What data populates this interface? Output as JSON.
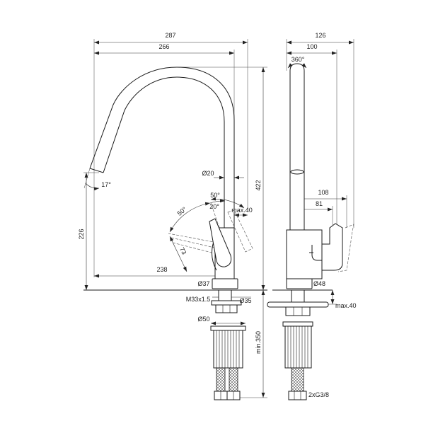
{
  "left_view": {
    "dim_287": "287",
    "dim_266": "266",
    "dim_d20": "Ø20",
    "angle_17": "17°",
    "angle_50_top": "50°",
    "angle_20": "20°",
    "angle_50_side": "50°",
    "max_40": "max.40",
    "dim_422": "422",
    "dim_226": "226",
    "dim_73": "73",
    "dim_238": "238",
    "dim_d37": "Ø37",
    "thread_m33": "M33x1.5",
    "dim_d35": "Ø35",
    "dim_d50": "Ø50",
    "min_350": "min.350"
  },
  "right_view": {
    "dim_126": "126",
    "dim_100": "100",
    "angle_360": "360°",
    "dim_108": "108",
    "dim_81": "81",
    "dim_d48": "Ø48",
    "max_40": "max.40",
    "hose_thread": "2xG3/8"
  },
  "colors": {
    "line": "#1a1a1a",
    "background": "#ffffff"
  }
}
